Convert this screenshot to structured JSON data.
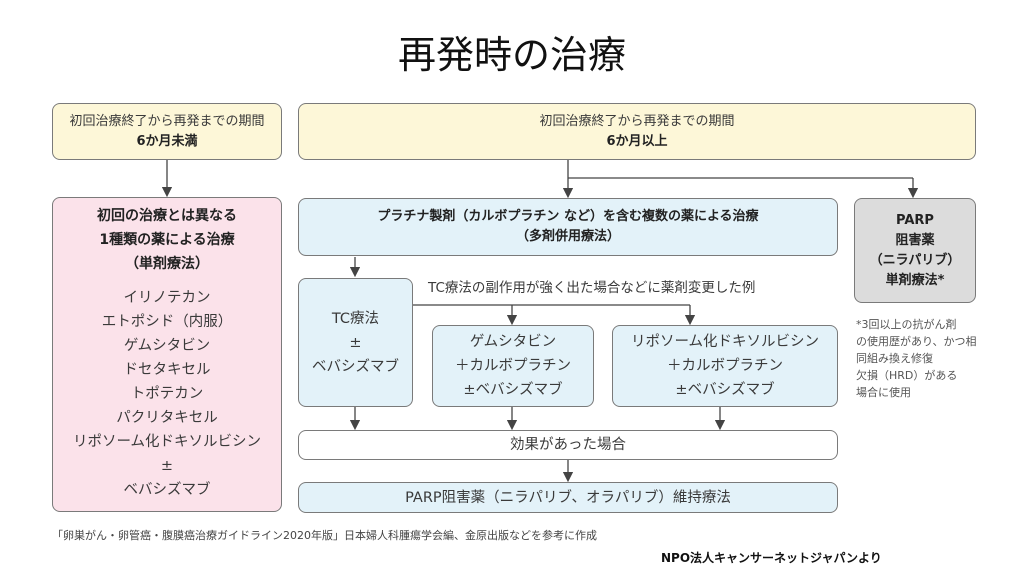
{
  "title": "再発時の治療",
  "left_top": {
    "line1": "初回治療終了から再発までの期間",
    "line2": "6か月未満"
  },
  "right_top": {
    "line1": "初回治療終了から再発までの期間",
    "line2": "6か月以上"
  },
  "left_treatment": {
    "heading": [
      "初回の治療とは異なる",
      "1種類の薬による治療",
      "（単剤療法）"
    ],
    "drugs": [
      "イリノテカン",
      "エトポシド（内服）",
      "ゲムシタビン",
      "ドセタキセル",
      "トポテカン",
      "パクリタキセル",
      "リポソーム化ドキソルビシン",
      "±",
      "ベバシズマブ"
    ]
  },
  "platinum": {
    "line1": "プラチナ製剤（カルボプラチン など）を含む複数の薬による治療",
    "line2": "（多剤併用療法）"
  },
  "parp_gray": {
    "lines": [
      "PARP",
      "阻害薬",
      "（ニラパリブ）",
      "単剤療法*"
    ]
  },
  "parp_note": {
    "lines": [
      "*3回以上の抗がん剤",
      "の使用歴があり、かつ相同組み換え修復",
      "欠損（HRD）がある",
      "場合に使用"
    ]
  },
  "tc_note": "TC療法の副作用が強く出た場合などに薬剤変更した例",
  "tc_box": [
    "TC療法",
    "±",
    "ベバシズマブ"
  ],
  "gem_box": [
    "ゲムシタビン",
    "＋カルボプラチン",
    "±ベバシズマブ"
  ],
  "lipo_box": [
    "リポソーム化ドキソルビシン",
    "＋カルボプラチン",
    "±ベバシズマブ"
  ],
  "effective": "効果があった場合",
  "parp_maint": "PARP阻害薬（ニラパリブ、オラパリブ）維持療法",
  "source": "「卵巣がん・卵管癌・腹膜癌治療ガイドライン2020年版」日本婦人科腫瘍学会編、金原出版などを参考に作成",
  "credit": "NPO法人キャンサーネットジャパンより",
  "colors": {
    "yellow": "#fdf7d8",
    "pink": "#fbe2ea",
    "blue": "#e3f2f9",
    "gray": "#dcdcdc",
    "border": "#7a7a7a"
  }
}
